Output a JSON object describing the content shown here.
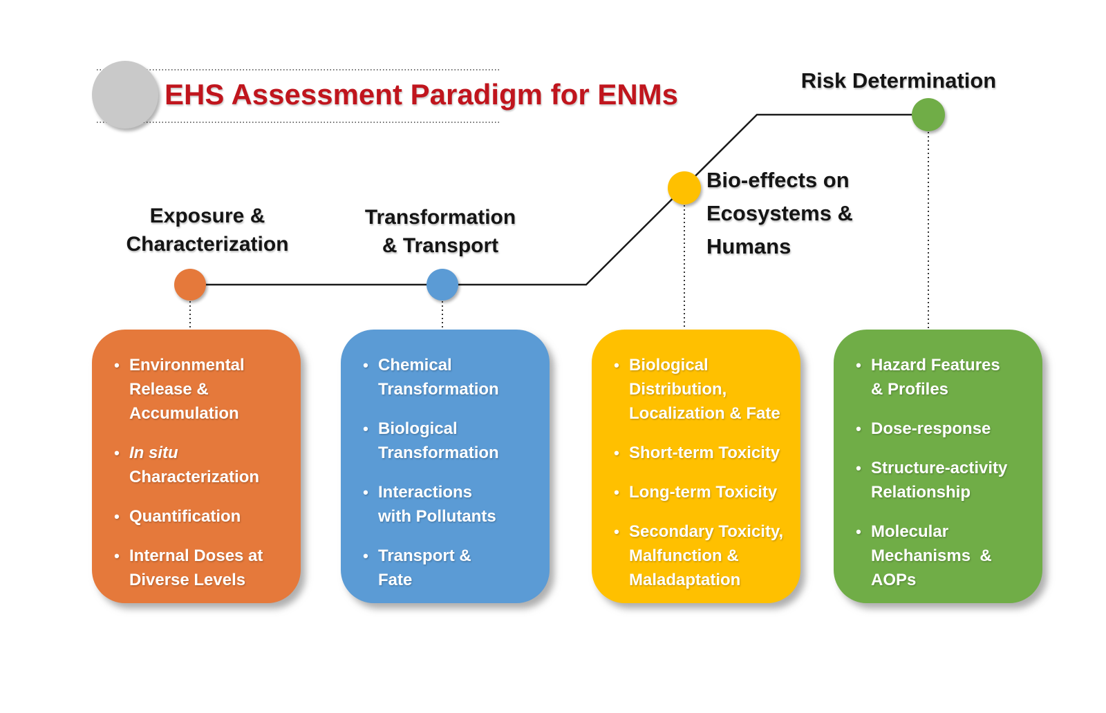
{
  "slide": {
    "title": "EHS Assessment Paradigm for ENMs",
    "title_color": "#C0151D",
    "background_color": "#FFFFFF",
    "line_color": "#1a1a1a",
    "bullet_circle_color": "#C9C9C9"
  },
  "nodes": [
    {
      "key": "exposure",
      "color": "#E5793B",
      "label_lines": [
        "Exposure &",
        "Characterization"
      ]
    },
    {
      "key": "transformation",
      "color": "#5B9BD5",
      "label_lines": [
        "Transformation",
        "& Transport"
      ]
    },
    {
      "key": "bioeffects",
      "color": "#FFC000",
      "label_lines": [
        "Bio-effects on",
        "Ecosystems &",
        "Humans"
      ]
    },
    {
      "key": "risk",
      "color": "#70AD47",
      "label_lines": [
        "Risk Determination"
      ]
    }
  ],
  "boxes": [
    {
      "key": "exposure",
      "color": "#E5793B",
      "bullets": [
        {
          "lines": [
            "Environmental",
            "Release &",
            "Accumulation"
          ]
        },
        {
          "lines": [
            "In situ",
            "Characterization"
          ],
          "italic_lines": [
            0
          ]
        },
        {
          "lines": [
            "Quantification"
          ]
        },
        {
          "lines": [
            "Internal Doses at",
            "Diverse Levels"
          ]
        }
      ]
    },
    {
      "key": "transformation",
      "color": "#5B9BD5",
      "bullets": [
        {
          "lines": [
            "Chemical",
            "Transformation"
          ]
        },
        {
          "lines": [
            "Biological",
            "Transformation"
          ]
        },
        {
          "lines": [
            "Interactions",
            "with Pollutants"
          ]
        },
        {
          "lines": [
            "Transport &",
            "Fate"
          ]
        }
      ]
    },
    {
      "key": "bioeffects",
      "color": "#FFC000",
      "bullets": [
        {
          "lines": [
            "Biological",
            "Distribution,",
            "Localization & Fate"
          ]
        },
        {
          "lines": [
            "Short-term Toxicity"
          ]
        },
        {
          "lines": [
            "Long-term Toxicity"
          ]
        },
        {
          "lines": [
            "Secondary Toxicity,",
            "Malfunction &",
            "Maladaptation"
          ]
        }
      ]
    },
    {
      "key": "risk",
      "color": "#70AD47",
      "bullets": [
        {
          "lines": [
            "Hazard Features",
            "& Profiles"
          ]
        },
        {
          "lines": [
            "Dose-response"
          ]
        },
        {
          "lines": [
            "Structure-activity",
            "Relationship"
          ]
        },
        {
          "lines": [
            "Molecular",
            "Mechanisms  &",
            "AOPs"
          ]
        }
      ]
    }
  ]
}
